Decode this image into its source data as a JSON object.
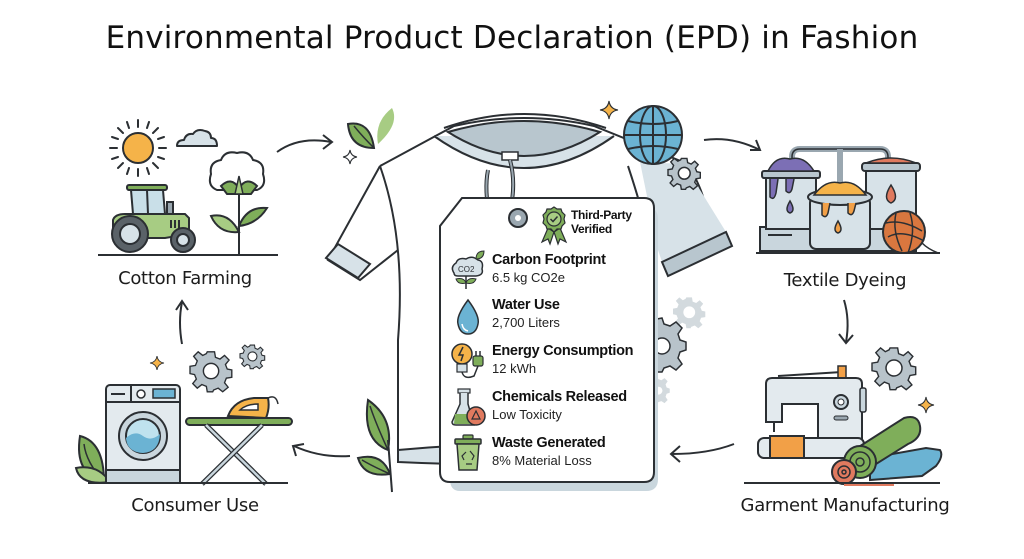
{
  "title": "Environmental Product Declaration (EPD) in Fashion",
  "stages": [
    {
      "id": "cotton-farming",
      "label": "Cotton Farming"
    },
    {
      "id": "textile-dyeing",
      "label": "Textile Dyeing"
    },
    {
      "id": "garment-manufacturing",
      "label": "Garment Manufacturing"
    },
    {
      "id": "consumer-use",
      "label": "Consumer Use"
    }
  ],
  "tag": {
    "badge": {
      "line1": "Third-Party",
      "line2": "Verified",
      "icon": "award-ribbon-check-icon"
    },
    "metrics": [
      {
        "label": "Carbon Footprint",
        "value": "6.5 kg CO2e",
        "icon": "co2-cloud-icon"
      },
      {
        "label": "Water Use",
        "value": "2,700 Liters",
        "icon": "water-drop-icon"
      },
      {
        "label": "Energy Consumption",
        "value": "12 kWh",
        "icon": "lightbulb-plug-icon"
      },
      {
        "label": "Chemicals Released",
        "value": "Low Toxicity",
        "icon": "flask-molecule-icon"
      },
      {
        "label": "Waste Generated",
        "value": "8% Material Loss",
        "icon": "recycle-bin-icon"
      }
    ]
  },
  "co2_icon_text": "CO2",
  "colors": {
    "outline": "#2b2f33",
    "green": "#7fae5a",
    "light_green": "#a7cc83",
    "grey_fill": "#d7e2e8",
    "gear": "#9aa7b0",
    "sun": "#f5b349",
    "blue": "#6bb3d3",
    "orange": "#f2a047",
    "red": "#e07a5f",
    "purple": "#7c6fb5"
  }
}
